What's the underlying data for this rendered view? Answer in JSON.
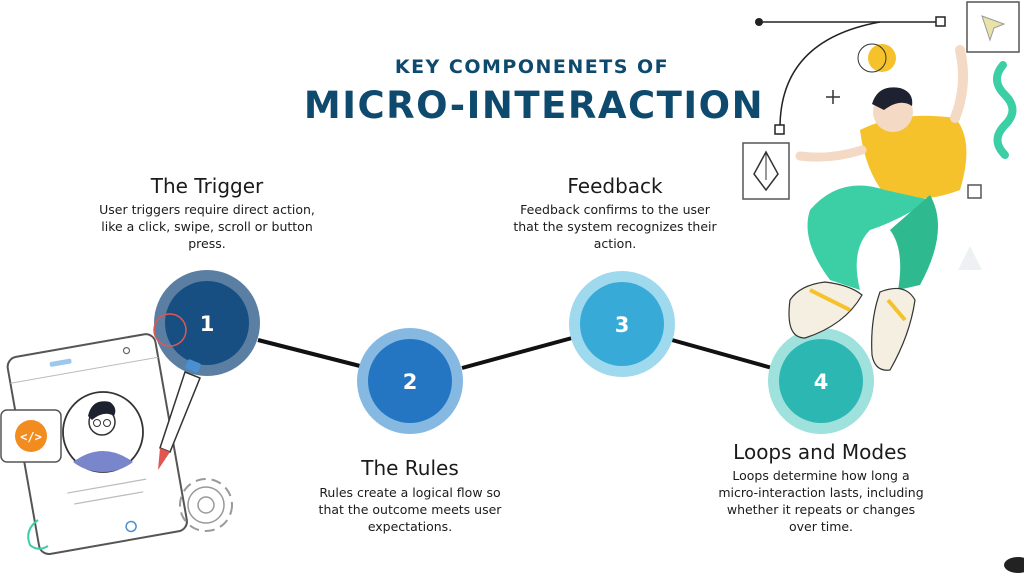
{
  "header": {
    "subtitle": "KEY COMPONENETS OF",
    "title": "MICRO-INTERACTION"
  },
  "steps": [
    {
      "number": "1",
      "title": "The Trigger",
      "description": "User triggers require direct action, like a click, swipe, scroll or button press.",
      "color": "#174f82",
      "ring": "#5b7ea3"
    },
    {
      "number": "2",
      "title": "The Rules",
      "description": "Rules create a logical flow so that the outcome meets user expectations.",
      "color": "#2476c3",
      "ring": "#86b9e2"
    },
    {
      "number": "3",
      "title": "Feedback",
      "description": "Feedback confirms to the user that the system recognizes their action.",
      "color": "#38aad8",
      "ring": "#9fd9ee"
    },
    {
      "number": "4",
      "title": "Loops and Modes",
      "description": "Loops determine how long a micro-interaction lasts, including whether it repeats or changes over time.",
      "color": "#2db7b3",
      "ring": "#9fe1dc"
    }
  ],
  "icons": {
    "code": "code-icon",
    "gear": "gear-icon",
    "pen": "pen-tool-icon",
    "cursor": "cursor-icon"
  },
  "colors": {
    "heading": "#0e4a6e",
    "accent_yellow": "#f6c22b",
    "accent_green": "#3ccfa5",
    "accent_orange": "#f28c1e"
  }
}
